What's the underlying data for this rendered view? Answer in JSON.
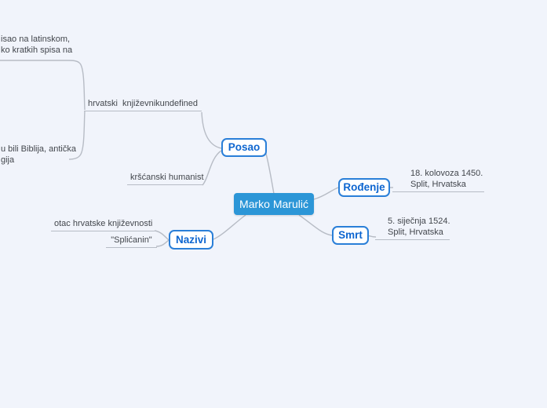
{
  "app": {
    "type": "mindmap",
    "background_color": "#f1f4fb",
    "root_color": "#2c96d7",
    "topic_border_color": "#2a7fd8",
    "topic_text_color": "#0e66d0",
    "connector_color": "#b7bcc5",
    "leaf_text_color": "#42464c"
  },
  "nodes": {
    "root": "Marko Marulić",
    "posao": "Posao",
    "rodjenje": "Rođenje",
    "smrt": "Smrt",
    "nazivi": "Nazivi"
  },
  "labels": {
    "hrvatski": "hrvatski  književnikundefined",
    "krscanski": "kršćanski humanist",
    "otac": "otac hrvatske književnosti",
    "splicanin": "\"Splićanin\"",
    "rodjenje_date": "18. kolovoza 1450.",
    "rodjenje_place": "Split, Hrvatska",
    "smrt_date": "5. siječnja 1524.",
    "smrt_place": "Split, Hrvatska",
    "clipped_top_1": "isao na latinskom,",
    "clipped_top_2": "ko kratkih spisa na",
    "clipped_mid_1": "u bili Biblija, antička",
    "clipped_mid_2": "gija"
  },
  "structure": [
    {
      "parent": "Marko Marulić",
      "child": "Posao",
      "side": "left"
    },
    {
      "parent": "Marko Marulić",
      "child": "Nazivi",
      "side": "left"
    },
    {
      "parent": "Marko Marulić",
      "child": "Rođenje",
      "side": "right"
    },
    {
      "parent": "Marko Marulić",
      "child": "Smrt",
      "side": "right"
    },
    {
      "parent": "Posao",
      "child": "hrvatski  književnikundefined"
    },
    {
      "parent": "Posao",
      "child": "kršćanski humanist"
    },
    {
      "parent": "hrvatski  književnikundefined",
      "child": "isao na latinskom, ko kratkih spisa na (clipped)"
    },
    {
      "parent": "hrvatski  književnikundefined",
      "child": "u bili Biblija, antička gija (clipped)"
    },
    {
      "parent": "Nazivi",
      "child": "otac hrvatske književnosti"
    },
    {
      "parent": "Nazivi",
      "child": "\"Splićanin\""
    },
    {
      "parent": "Rođenje",
      "child": "18. kolovoza 1450. Split, Hrvatska"
    },
    {
      "parent": "Smrt",
      "child": "5. siječnja 1524. Split, Hrvatska"
    }
  ]
}
